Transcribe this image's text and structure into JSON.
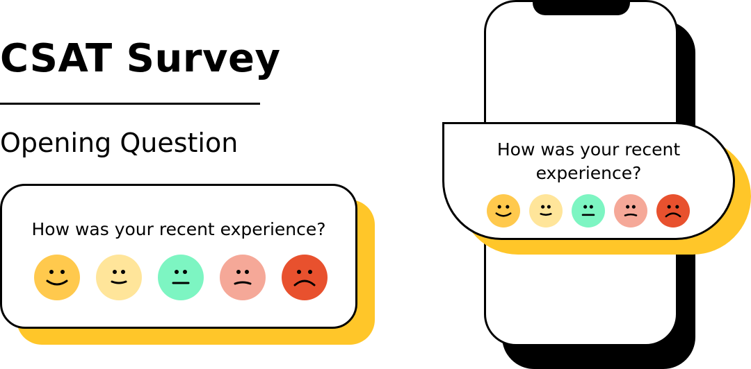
{
  "title": "CSAT Survey",
  "subtitle": "Opening Question",
  "card": {
    "question": "How was your recent experience?",
    "faces": [
      {
        "icon": "very-happy-face-icon",
        "color": "#FFC94D",
        "mood": "very-satisfied"
      },
      {
        "icon": "happy-face-icon",
        "color": "#FFE59A",
        "mood": "satisfied"
      },
      {
        "icon": "neutral-face-icon",
        "color": "#7DF5C2",
        "mood": "neutral"
      },
      {
        "icon": "unhappy-face-icon",
        "color": "#F5A898",
        "mood": "dissatisfied"
      },
      {
        "icon": "sad-face-icon",
        "color": "#E8512E",
        "mood": "very-dissatisfied"
      }
    ]
  },
  "phone": {
    "question": "How was your recent experience?"
  },
  "colors": {
    "accent_shadow": "#FFC629",
    "outline": "#000000"
  }
}
